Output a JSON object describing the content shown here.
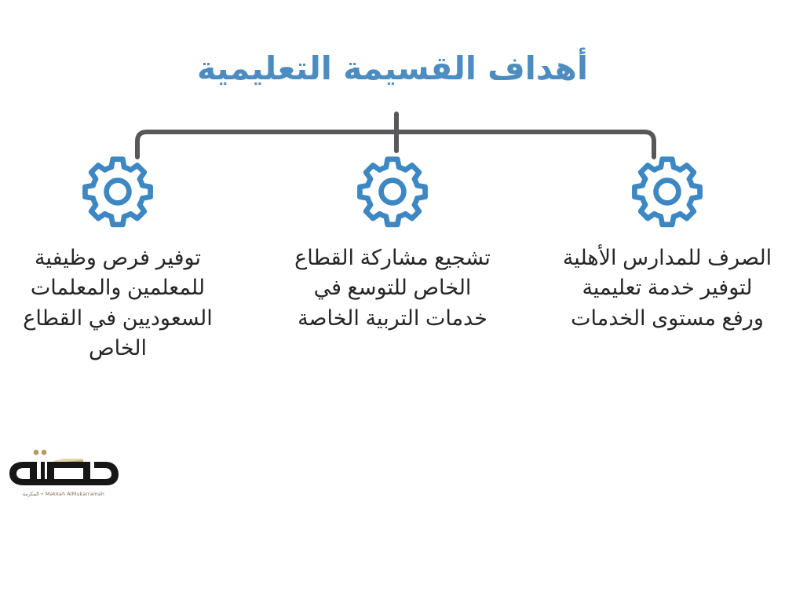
{
  "page": {
    "title": "أهداف القسيمة التعليمية",
    "background_color": "#ffffff",
    "accent_color": "#4c8cc0",
    "gear_color": "#3d87c3",
    "connector_color": "#58585a",
    "text_color": "#262626"
  },
  "header": {
    "title": "أهداف القسيمة التعليمية"
  },
  "branches": [
    {
      "id": "branch-right",
      "icon": "gear-icon",
      "text": "الصرف للمدارس الأهلية لتوفير خدمة تعليمية ورفع مستوى الخدمات",
      "lines": [
        "الصرف للمدارس",
        "الأهلية لتوفير",
        "خدمة تعليمية",
        "ورفع مستوى",
        "الخدمات"
      ]
    },
    {
      "id": "branch-middle",
      "icon": "gear-icon",
      "text": "تشجيع مشاركة القطاع الخاص للتوسع في خدمات التربية الخاصة",
      "lines": [
        "تشجيع مشاركة",
        "القطاع الخاص",
        "للتوسع في",
        "خدمات التربية",
        "الخاصة"
      ]
    },
    {
      "id": "branch-left",
      "icon": "gear-icon",
      "text": "توفير فرص وظيفية للمعلمين والمعلمات السعوديين في القطاع الخاص",
      "lines": [
        "توفير فرص",
        "وظيفية للمعلمين",
        "والمعلمات",
        "السعوديين في",
        "القطاع الخاص"
      ]
    }
  ],
  "logo": {
    "wordmark": "مكة",
    "tagline": "Makkah AlMukarramah • المكرمة",
    "mark_color": "#161616",
    "kaaba_color": "#b79963"
  }
}
